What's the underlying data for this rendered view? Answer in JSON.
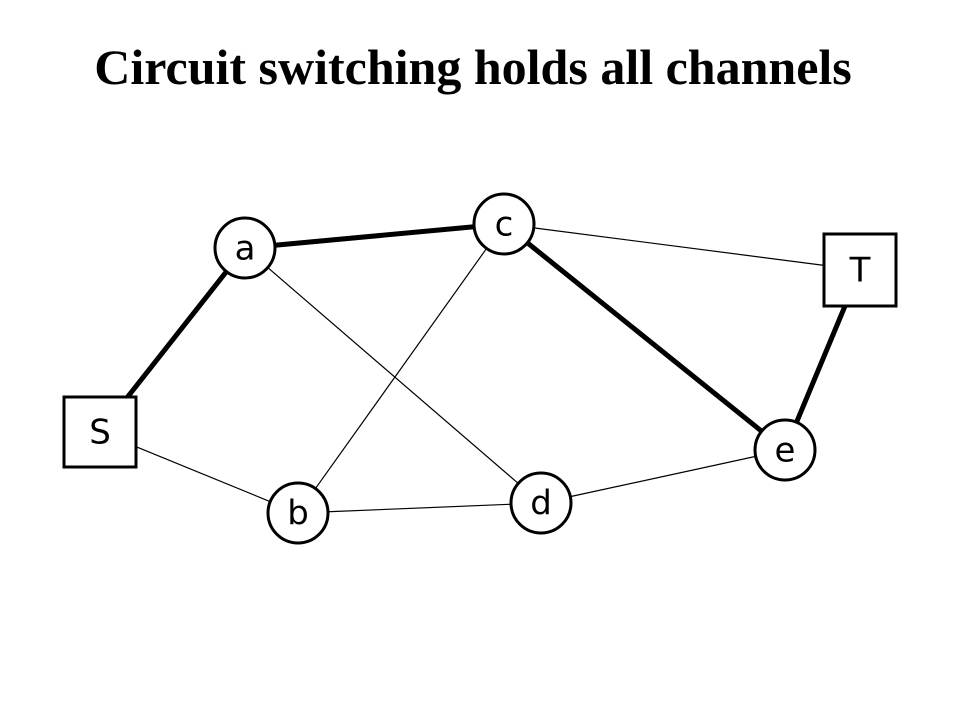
{
  "title": "Circuit switching holds all channels",
  "diagram": {
    "nodes": [
      {
        "id": "S",
        "label": "S",
        "shape": "square"
      },
      {
        "id": "a",
        "label": "a",
        "shape": "circle"
      },
      {
        "id": "b",
        "label": "b",
        "shape": "circle"
      },
      {
        "id": "c",
        "label": "c",
        "shape": "circle"
      },
      {
        "id": "d",
        "label": "d",
        "shape": "circle"
      },
      {
        "id": "e",
        "label": "e",
        "shape": "circle"
      },
      {
        "id": "T",
        "label": "T",
        "shape": "square"
      }
    ],
    "edges": [
      {
        "from": "S",
        "to": "a",
        "held": true
      },
      {
        "from": "a",
        "to": "c",
        "held": true
      },
      {
        "from": "c",
        "to": "e",
        "held": true
      },
      {
        "from": "e",
        "to": "T",
        "held": true
      },
      {
        "from": "S",
        "to": "b",
        "held": false
      },
      {
        "from": "a",
        "to": "d",
        "held": false
      },
      {
        "from": "c",
        "to": "b",
        "held": false
      },
      {
        "from": "c",
        "to": "T",
        "held": false
      },
      {
        "from": "b",
        "to": "d",
        "held": false
      },
      {
        "from": "d",
        "to": "e",
        "held": false
      }
    ]
  }
}
